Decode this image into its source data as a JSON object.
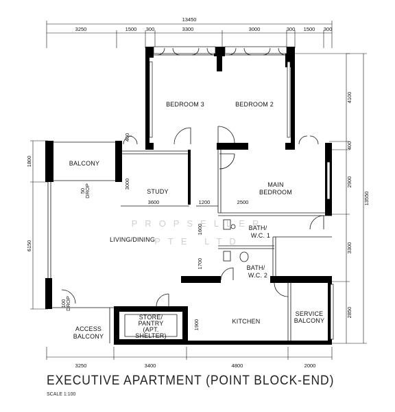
{
  "plan": {
    "title": "EXECUTIVE APARTMENT (POINT BLOCK-END)",
    "scale": "SCALE   1:100",
    "watermark_line1": "PROPSELLER",
    "watermark_line2": "PTE LTD",
    "rooms": {
      "bedroom3": "BEDROOM 3",
      "bedroom2": "BEDROOM 2",
      "balcony": "BALCONY",
      "study": "STUDY",
      "main_bedroom_1": "MAIN",
      "main_bedroom_2": "BEDROOM",
      "living_dining": "LIVING/DINING",
      "bath1_1": "BATH/",
      "bath1_2": "W.C. 1",
      "bath2_1": "BATH/",
      "bath2_2": "W.C. 2",
      "kitchen": "KITCHEN",
      "service_balcony_1": "SERVICE",
      "service_balcony_2": "BALCONY",
      "access_balcony_1": "ACCESS",
      "access_balcony_2": "BALCONY",
      "store_1": "STORE/",
      "store_2": "PANTRY",
      "store_3": "(APT.",
      "store_4": "SHELTER)"
    },
    "dimensions": {
      "overall_width": "13450",
      "top": [
        "3250",
        "1500",
        "300",
        "3300",
        "3000",
        "300",
        "1500",
        "300"
      ],
      "bottom": [
        "3250",
        "3400",
        "4800",
        "2000"
      ],
      "right": [
        "4100",
        "400",
        "2900",
        "3300",
        "2850"
      ],
      "overall_height": "13550",
      "left": [
        "1800",
        "6150"
      ],
      "inner": {
        "d400": "400",
        "d3000": "3000",
        "d3600": "3600",
        "d1200": "1200",
        "d2500": "2500",
        "d1600": "1600",
        "d1700": "1700",
        "d1900": "1900",
        "d50": "50",
        "drop1": "DROP",
        "d100": "100",
        "drop2": "DROP"
      }
    }
  }
}
